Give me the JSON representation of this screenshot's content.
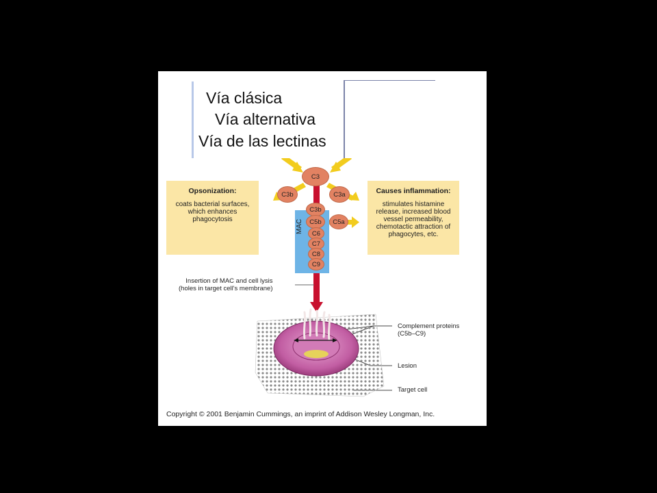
{
  "pathways": {
    "classic": "Vía clásica",
    "alternative": "Vía alternativa",
    "lectin": "Vía de las lectinas"
  },
  "molecules": {
    "c3": "C3",
    "c3b_left": "C3b",
    "c3a": "C3a",
    "c3b_chain": "C3b",
    "c5b": "C5b",
    "c5a": "C5a",
    "c6": "C6",
    "c7": "C7",
    "c8": "C8",
    "c9": "C9"
  },
  "mac_label": "MAC",
  "opsonization": {
    "title": "Opsonization:",
    "text": "coats bacterial surfaces, which enhances phagocytosis"
  },
  "inflammation": {
    "title": "Causes inflammation:",
    "text": "stimulates histamine release, increased blood vessel permeability, chemotactic attraction of phagocytes, etc."
  },
  "insertion": {
    "line1": "Insertion of MAC and cell lysis",
    "line2": "(holes in target cell's membrane)"
  },
  "callouts": {
    "complement_line1": "Complement proteins",
    "complement_line2": "(C5b–C9)",
    "lesion": "Lesion",
    "target": "Target cell"
  },
  "copyright": "Copyright © 2001 Benjamin Cummings, an imprint of Addison Wesley Longman, Inc.",
  "colors": {
    "arrow_yellow": "#f2cc1e",
    "central_red": "#c8102e",
    "molecule": "#e28262",
    "panel": "#fbe6a6",
    "mac_bar": "#6eb4e6",
    "membrane_purple": "#b5508f"
  }
}
